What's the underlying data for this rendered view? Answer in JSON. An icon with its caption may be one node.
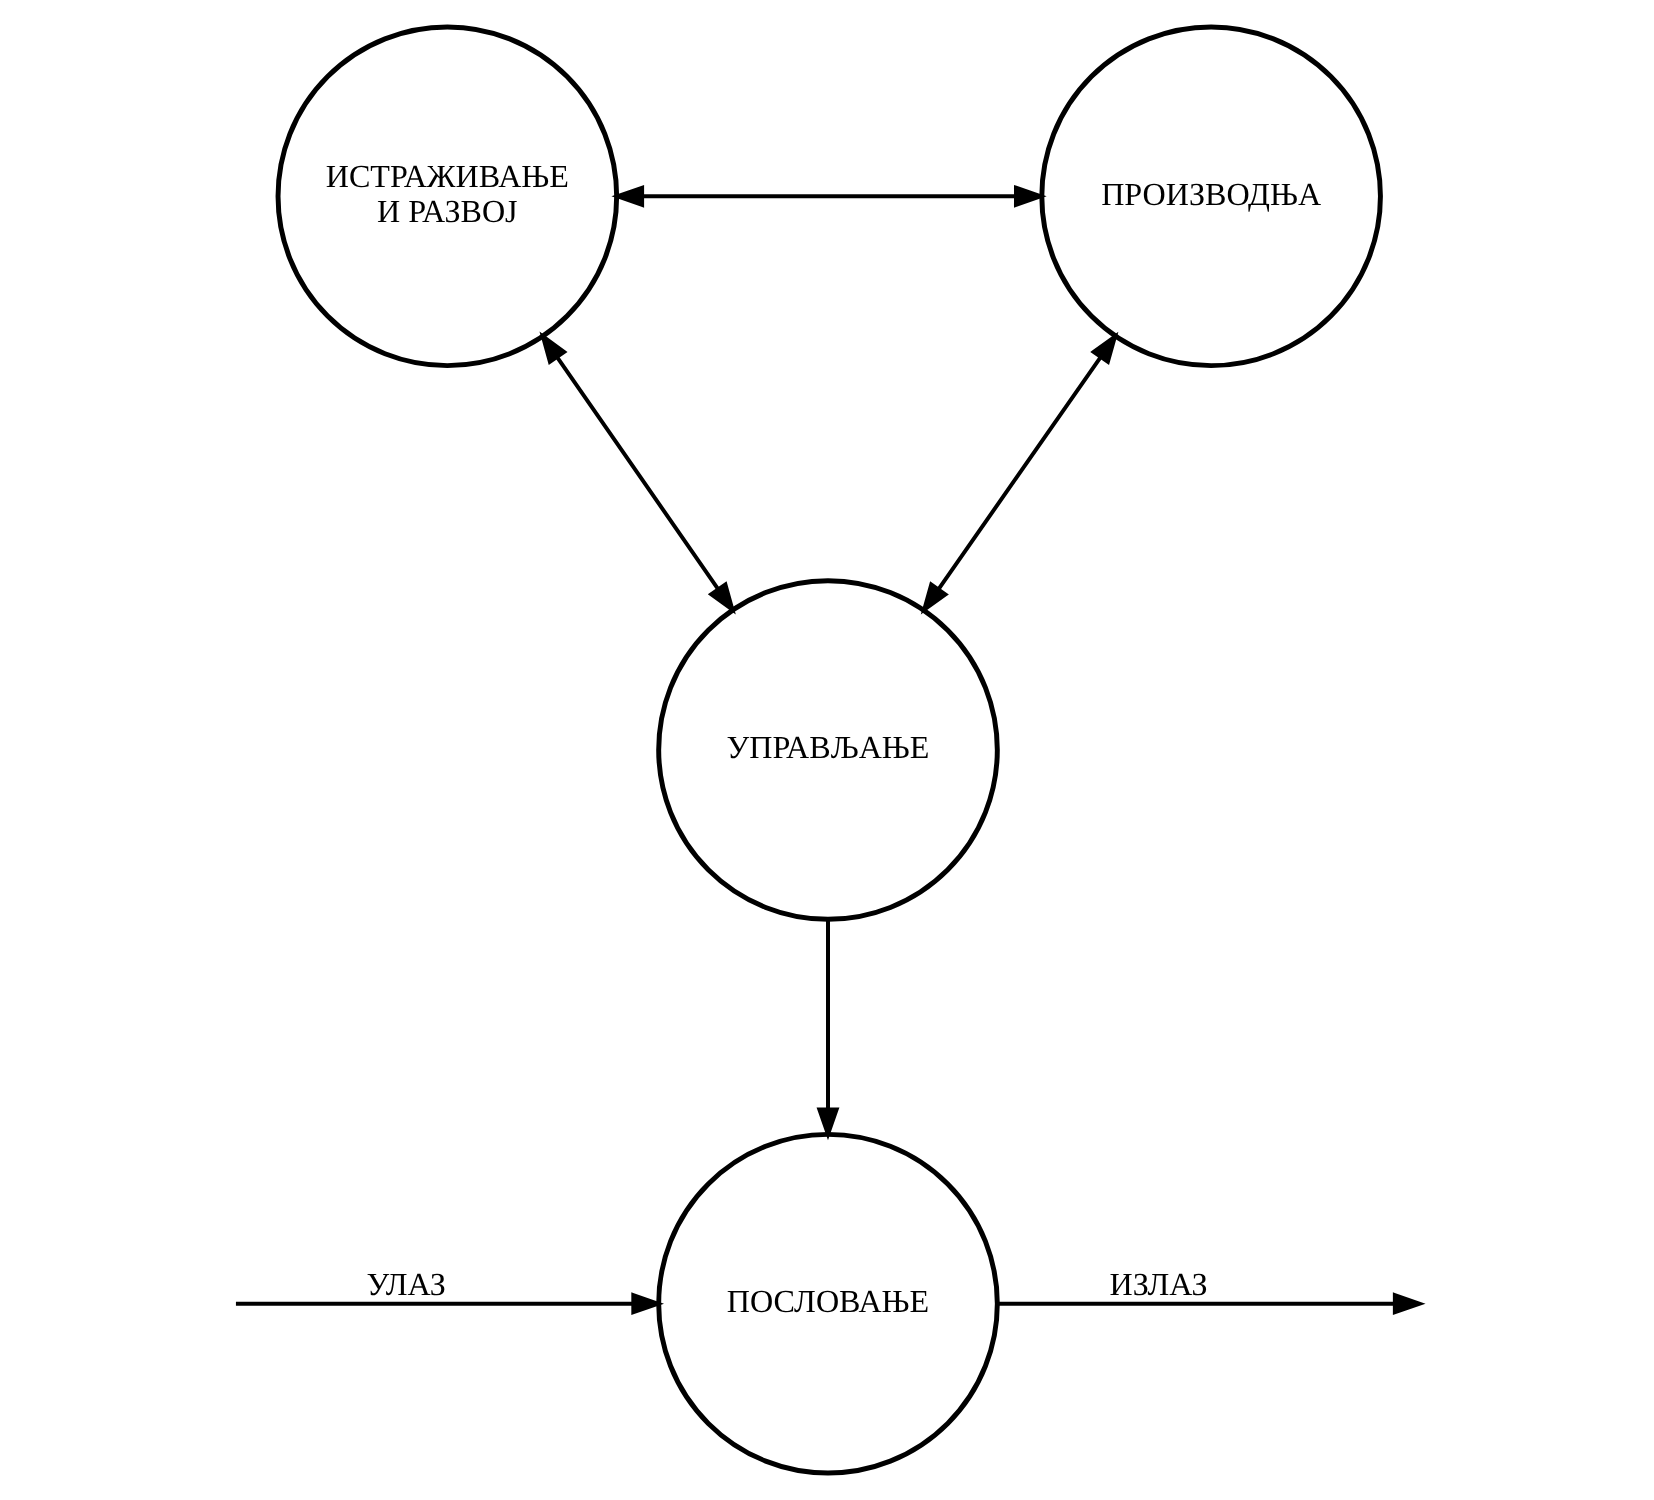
{
  "diagram": {
    "nodes": [
      {
        "text": [
          "ИСТРАЖИВАЊЕ И РАЗВОЈ"
        ]
      },
      {
        "text": [
          "ПРОИЗВОДЊА"
        ]
      },
      {
        "text": [
          "УПРАВЉАЊЕ"
        ]
      },
      {
        "text": [
          "ПОСЛОВАЊЕ"
        ]
      }
    ],
    "edges": [
      {
        "from": 0,
        "to": 1,
        "arrow": "both"
      },
      {
        "from": 0,
        "to": 2,
        "arrow": "both"
      },
      {
        "from": 1,
        "to": 2,
        "arrow": "both"
      },
      {
        "from": 2,
        "to": 3,
        "arrow": "to"
      },
      {
        "from": null,
        "to": 3,
        "arrow": "to",
        "label": "УЛАЗ"
      },
      {
        "from": 3,
        "to": null,
        "arrow": "to",
        "label": "ИЗЛАЗ"
      }
    ]
  }
}
